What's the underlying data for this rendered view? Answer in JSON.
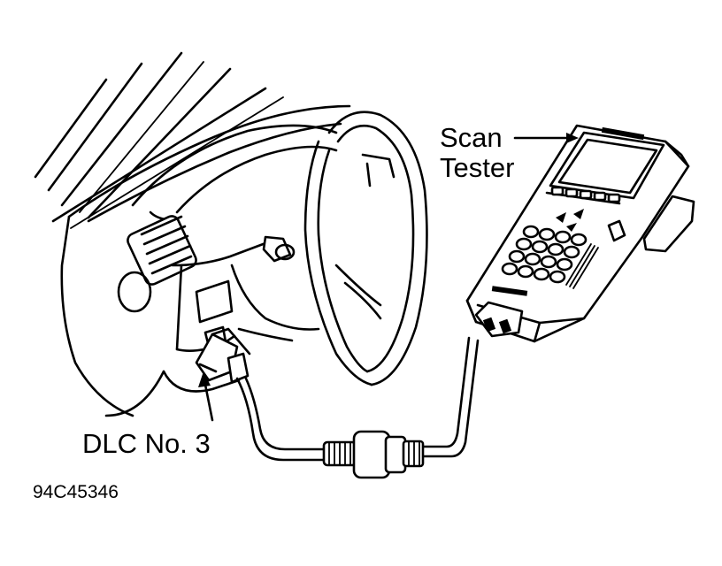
{
  "labels": {
    "scan_tester_line1": "Scan",
    "scan_tester_line2": "Tester",
    "dlc": "DLC No. 3",
    "figure_code": "94C45346"
  },
  "colors": {
    "ink": "#000000",
    "paper": "#ffffff"
  }
}
